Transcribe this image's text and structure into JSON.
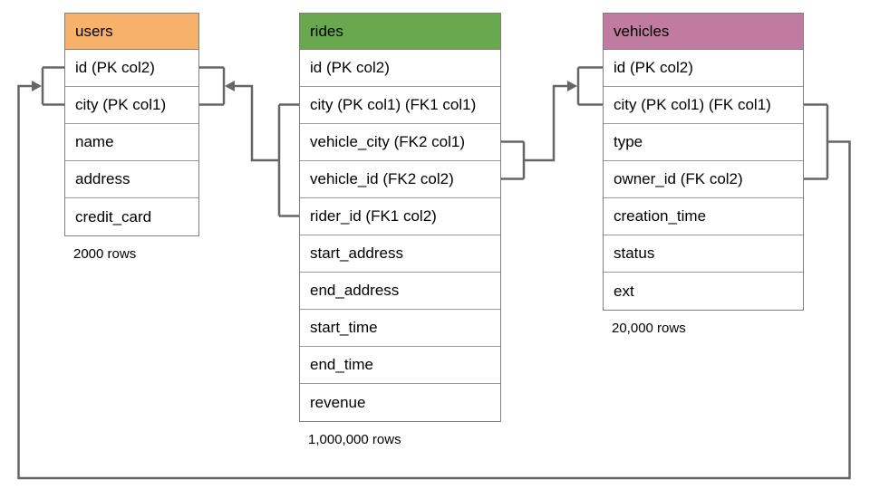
{
  "diagram": {
    "kind": "database-er-diagram",
    "tables": [
      {
        "name": "users",
        "header_color": "#F6B26B",
        "columns": [
          "id (PK col2)",
          "city (PK col1)",
          "name",
          "address",
          "credit_card"
        ],
        "row_count": "2000 rows"
      },
      {
        "name": "rides",
        "header_color": "#6AA84F",
        "columns": [
          "id (PK col2)",
          "city (PK col1) (FK1 col1)",
          "vehicle_city (FK2 col1)",
          "vehicle_id (FK2 col2)",
          "rider_id (FK1 col2)",
          "start_address",
          "end_address",
          "start_time",
          "end_time",
          "revenue"
        ],
        "row_count": "1,000,000 rows"
      },
      {
        "name": "vehicles",
        "header_color": "#C27BA0",
        "columns": [
          "id (PK col2)",
          "city (PK col1) (FK col1)",
          "type",
          "owner_id (FK col2)",
          "creation_time",
          "status",
          "ext"
        ],
        "row_count": "20,000 rows"
      }
    ],
    "relationships": [
      {
        "from_table": "rides",
        "from_columns": [
          "city (PK col1) (FK1 col1)",
          "rider_id (FK1 col2)"
        ],
        "to_table": "users",
        "to_columns": [
          "id (PK col2)",
          "city (PK col1)"
        ]
      },
      {
        "from_table": "rides",
        "from_columns": [
          "vehicle_city (FK2 col1)",
          "vehicle_id (FK2 col2)"
        ],
        "to_table": "vehicles",
        "to_columns": [
          "id (PK col2)",
          "city (PK col1)"
        ]
      },
      {
        "from_table": "vehicles",
        "from_columns": [
          "city (PK col1) (FK col1)",
          "owner_id (FK col2)"
        ],
        "to_table": "users",
        "to_columns": [
          "id (PK col2)",
          "city (PK col1)"
        ]
      }
    ],
    "colors": {
      "connector": "#666666",
      "table_border": "#7F7F7F",
      "background": "#FFFFFF",
      "text": "#000000"
    }
  }
}
